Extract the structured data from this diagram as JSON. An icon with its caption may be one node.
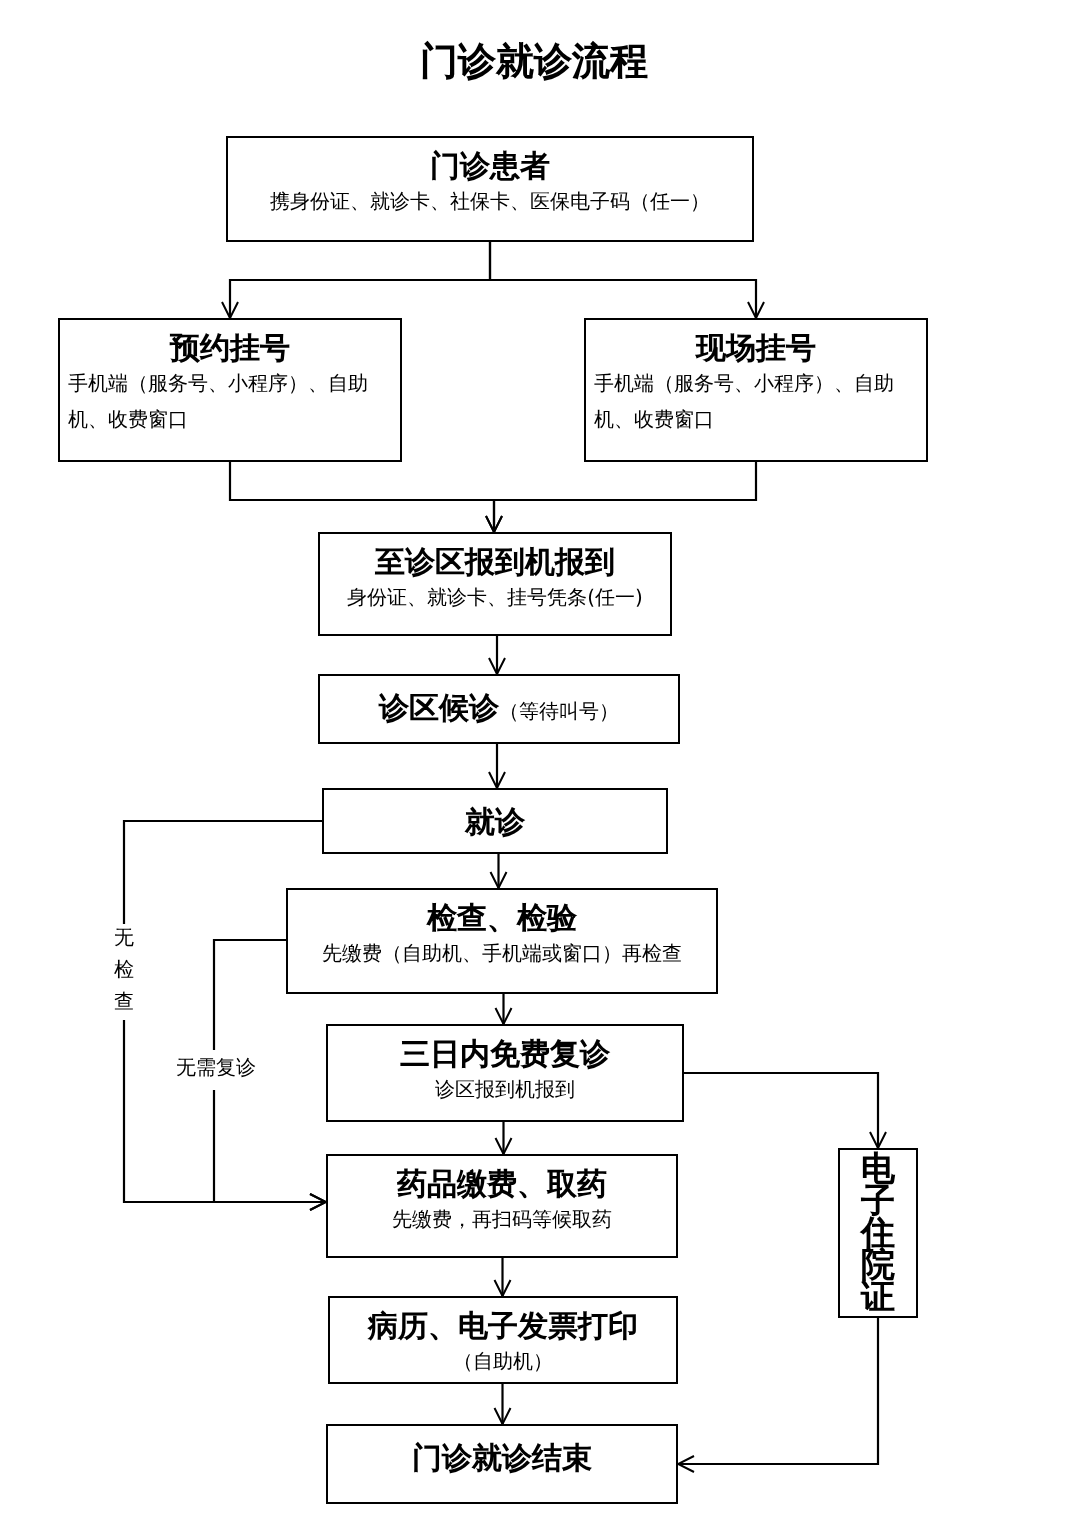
{
  "diagram": {
    "title": "门诊就诊流程",
    "nodes": [
      {
        "text": [
          "门诊患者",
          "携身份证、就诊卡、社保卡、医保电子码（任一）"
        ]
      },
      {
        "text": [
          "预约挂号",
          "手机端（服务号、小程序）、自助机、收费窗口"
        ]
      },
      {
        "text": [
          "现场挂号",
          "手机端（服务号、小程序）、自助机、收费窗口"
        ]
      },
      {
        "text": [
          "至诊区报到机报到",
          "身份证、就诊卡、挂号凭条(任一)"
        ]
      },
      {
        "text": [
          "诊区候诊",
          "（等待叫号）"
        ]
      },
      {
        "text": [
          "就诊"
        ]
      },
      {
        "text": [
          "检查、检验",
          "先缴费（自助机、手机端或窗口）再检查"
        ]
      },
      {
        "text": [
          "三日内免费复诊",
          "诊区报到机报到"
        ]
      },
      {
        "text": [
          "药品缴费、取药",
          "先缴费，再扫码等候取药"
        ]
      },
      {
        "text": [
          "病历、电子发票打印",
          "（自助机）"
        ]
      },
      {
        "text": [
          "门诊就诊结束"
        ]
      },
      {
        "text": [
          "电子住院证"
        ]
      }
    ],
    "edges": [
      {
        "from": 0,
        "to": 1,
        "arrow": "to"
      },
      {
        "from": 0,
        "to": 2,
        "arrow": "to"
      },
      {
        "from": 1,
        "to": 3,
        "arrow": "to"
      },
      {
        "from": 2,
        "to": 3,
        "arrow": "to"
      },
      {
        "from": 3,
        "to": 4,
        "arrow": "to"
      },
      {
        "from": 4,
        "to": 5,
        "arrow": "to"
      },
      {
        "from": 5,
        "to": 6,
        "arrow": "to"
      },
      {
        "from": 6,
        "to": 7,
        "arrow": "to"
      },
      {
        "from": 7,
        "to": 8,
        "arrow": "to"
      },
      {
        "from": 8,
        "to": 9,
        "arrow": "to"
      },
      {
        "from": 9,
        "to": 10,
        "arrow": "to"
      },
      {
        "from": 5,
        "to": 8,
        "arrow": "to",
        "label": "无检查"
      },
      {
        "from": 6,
        "to": 8,
        "arrow": "to",
        "label": "无需复诊"
      },
      {
        "from": 7,
        "to": 11,
        "arrow": "to"
      },
      {
        "from": 11,
        "to": 10,
        "arrow": "to"
      }
    ]
  }
}
